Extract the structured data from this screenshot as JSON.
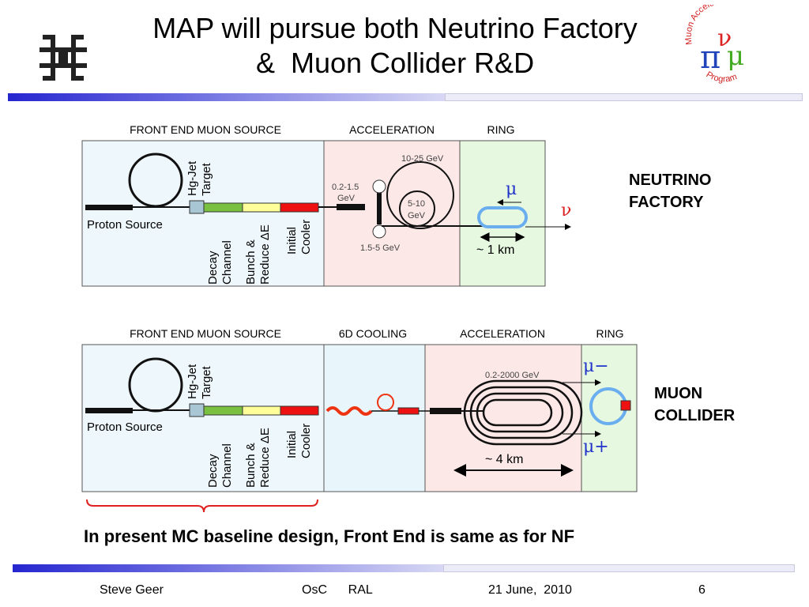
{
  "title": {
    "line1": "MAP will pursue both Neutrino Factory",
    "line2": "&  Muon Collider R&D"
  },
  "logos": {
    "left": "fermilab-logo",
    "right": {
      "top_text": "Muon Accelerator",
      "bottom_text": "Program"
    }
  },
  "nf": {
    "headers": {
      "front_end": "FRONT END MUON SOURCE",
      "acceleration": "ACCELERATION",
      "ring": "RING"
    },
    "target": "Hg-Jet Target",
    "target_l1": "Hg-Jet",
    "target_l2": "Target",
    "proton_source": "Proton Source",
    "decay_l1": "Decay",
    "decay_l2": "Channel",
    "bunch_l1": "Bunch &",
    "bunch_l2": "Reduce ΔE",
    "cooler_l1": "Initial",
    "cooler_l2": "Cooler",
    "e1_l1": "0.2-1.5",
    "e1_l2": "GeV",
    "e2": "10-25 GeV",
    "e3_l1": "5-10",
    "e3_l2": "GeV",
    "e4": "1.5-5 GeV",
    "mu": "μ",
    "nu": "ν",
    "ring_size": "~ 1 km",
    "label_l1": "NEUTRINO",
    "label_l2": "FACTORY"
  },
  "mc": {
    "headers": {
      "front_end": "FRONT END MUON SOURCE",
      "cooling": "6D COOLING",
      "acceleration": "ACCELERATION",
      "ring": "RING"
    },
    "target_l1": "Hg-Jet",
    "target_l2": "Target",
    "proton_source": "Proton Source",
    "decay_l1": "Decay",
    "decay_l2": "Channel",
    "bunch_l1": "Bunch &",
    "bunch_l2": "Reduce ΔE",
    "cooler_l1": "Initial",
    "cooler_l2": "Cooler",
    "energy": "0.2-2000 GeV",
    "mu_minus": "μ−",
    "mu_plus": "μ+",
    "size": "~ 4 km",
    "label_l1": "MUON",
    "label_l2": "COLLIDER"
  },
  "caption": "In present MC baseline design, Front End is same as for NF",
  "footer": {
    "author": "Steve Geer",
    "venue": "OsC      RAL",
    "date": "21 June,  2010",
    "page": "6"
  },
  "colors": {
    "front_end_bg": "#eef7fb",
    "accel_bg": "#fde8e8",
    "ring_bg": "#e6f8e0",
    "cooling_bg": "#e8f6fc",
    "decay_green": "#7ac142",
    "bunch_yellow": "#ffff99",
    "cooler_red": "#ee1111",
    "ring_blue": "#6aaef0",
    "caption_bracket": "#e02020"
  }
}
